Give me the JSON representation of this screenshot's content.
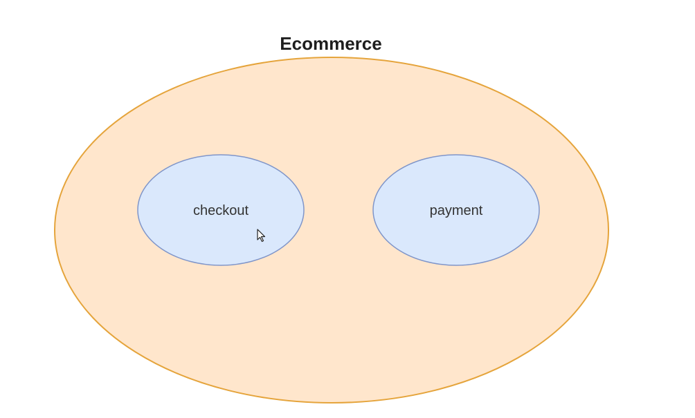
{
  "diagram": {
    "title": "Ecommerce",
    "container": {
      "label": "Ecommerce",
      "fill": "#ffe6cc",
      "stroke": "#e5a43b"
    },
    "nodes": [
      {
        "id": "checkout",
        "label": "checkout",
        "fill": "#dae8fc",
        "stroke": "#7f95c9"
      },
      {
        "id": "payment",
        "label": "payment",
        "fill": "#dae8fc",
        "stroke": "#7f95c9"
      }
    ],
    "cursor": {
      "icon": "mouse-pointer-icon"
    }
  }
}
